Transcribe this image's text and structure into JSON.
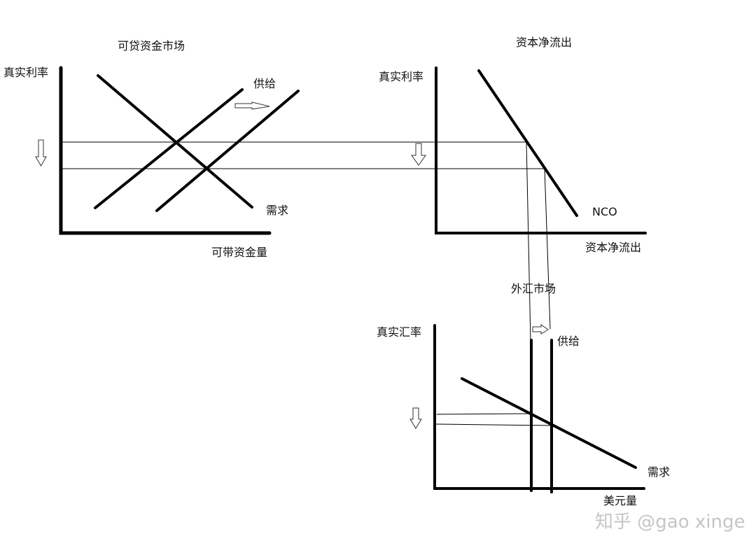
{
  "loanable_funds": {
    "title": "可贷资金市场",
    "y_label": "真实利率",
    "x_label": "可带资金量",
    "supply_label": "供给",
    "demand_label": "需求"
  },
  "net_capital_outflow": {
    "title": "资本净流出",
    "y_label": "真实利率",
    "x_label": "资本净流出",
    "curve_label": "NCO"
  },
  "forex_market": {
    "title": "外汇市场",
    "y_label": "真实汇率",
    "x_label": "美元量",
    "supply_label": "供给",
    "demand_label": "需求"
  },
  "watermark": "知乎 @gao xinge"
}
